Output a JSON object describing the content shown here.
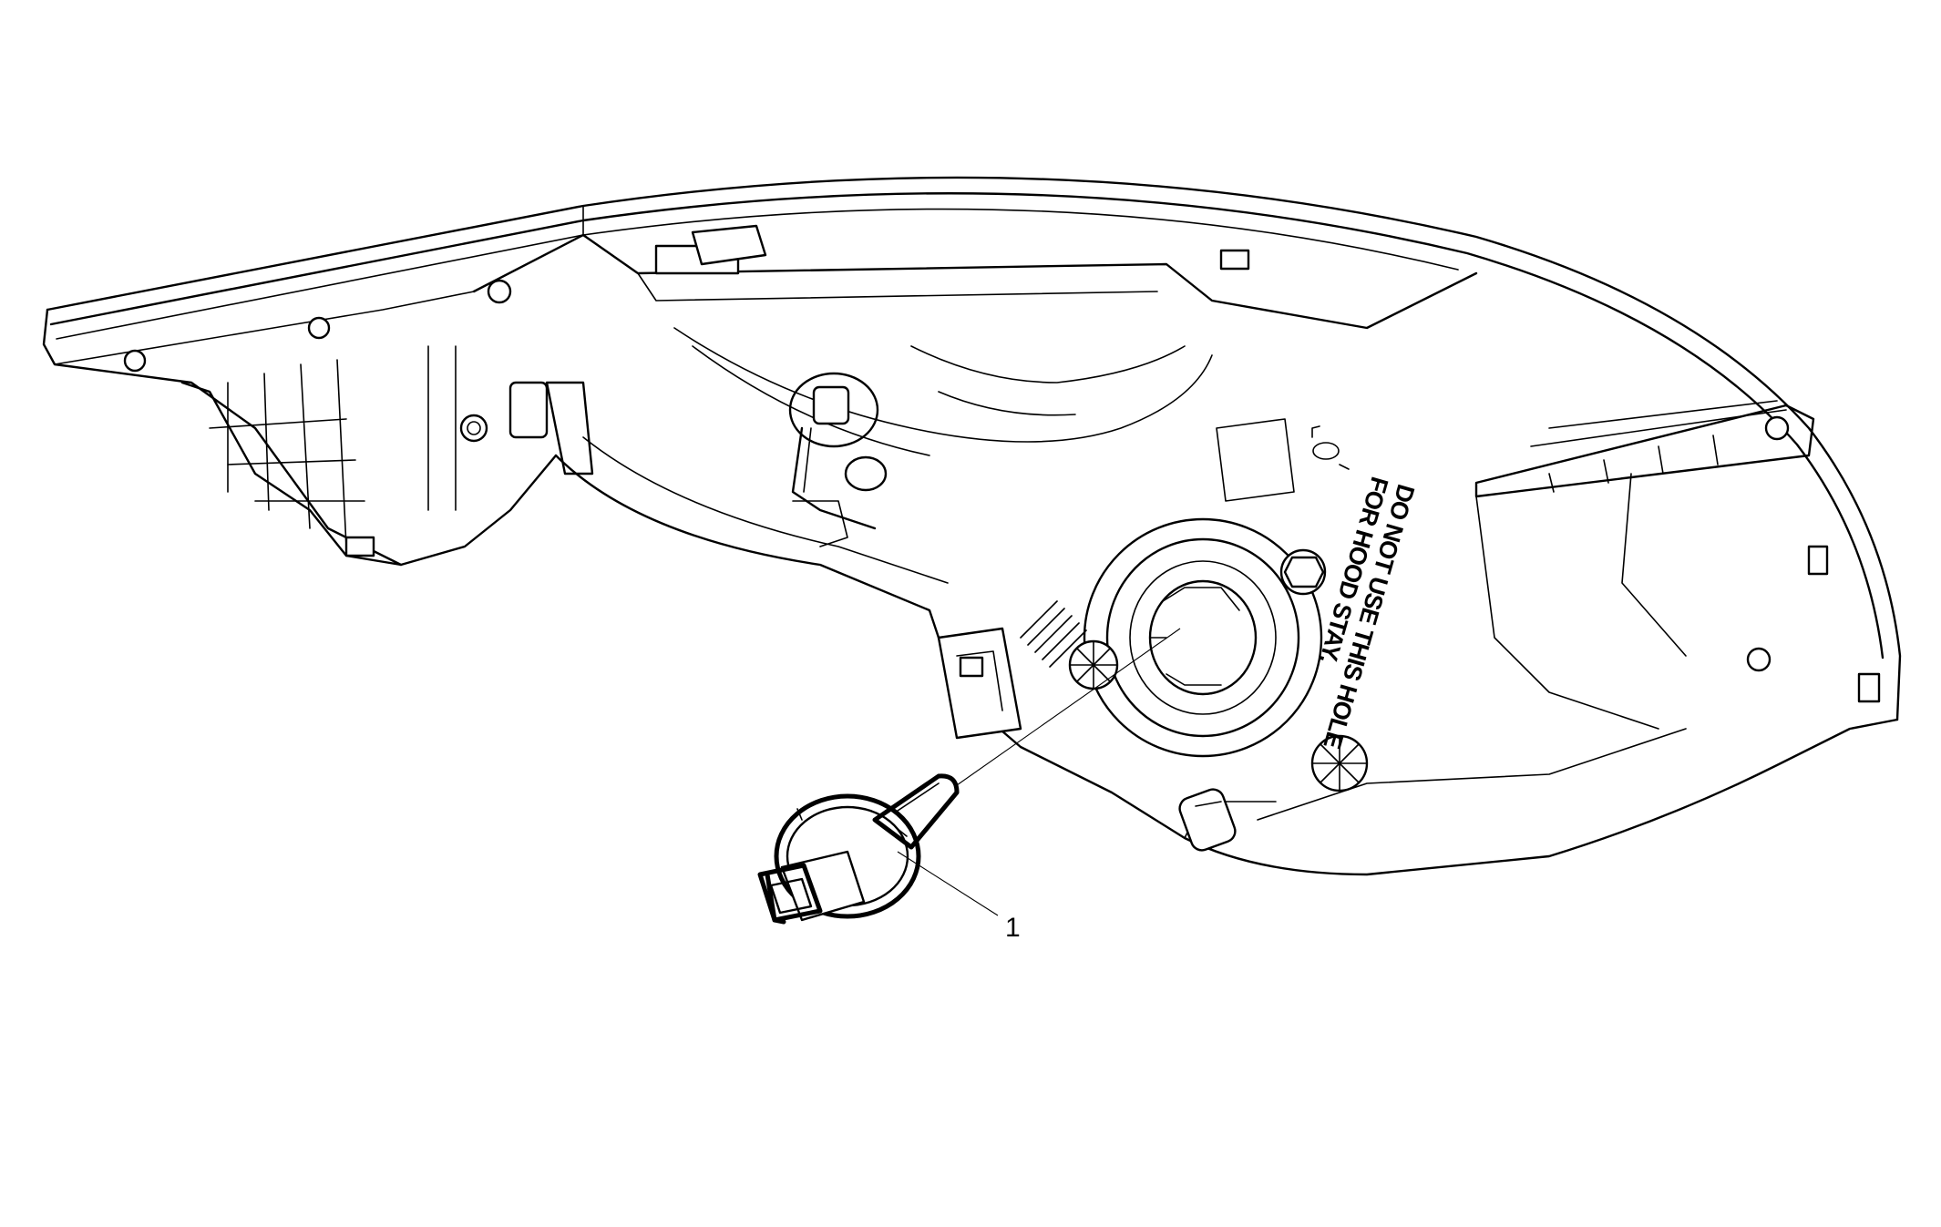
{
  "figure": {
    "callouts": [
      {
        "id": "1",
        "label": "1"
      }
    ],
    "warning_label": {
      "line1": "DO NOT USE THIS HOLE",
      "line2": "FOR HOOD STAY."
    }
  }
}
